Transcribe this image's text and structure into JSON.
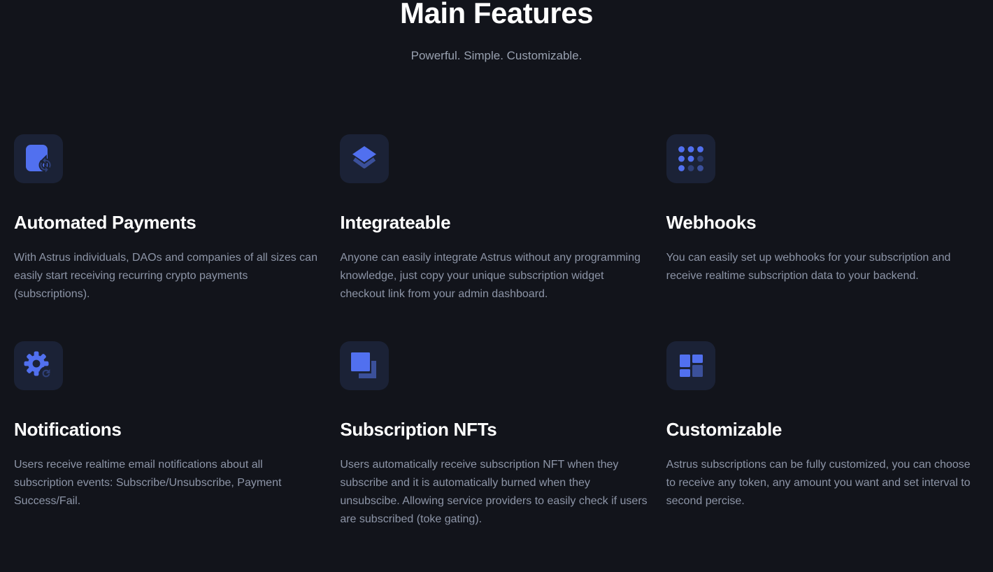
{
  "section": {
    "title": "Main Features",
    "subtitle": "Powerful. Simple. Customizable."
  },
  "colors": {
    "background": "#12141b",
    "tile_background": "#1b2236",
    "accent_blue": "#5170ef",
    "accent_blue_dark": "#2f4078",
    "accent_blue_mid": "#3b509a",
    "heading_text": "#ffffff",
    "body_text": "#8d95a7",
    "subtitle_text": "#99a1b0"
  },
  "features": [
    {
      "icon": "card-sync-icon",
      "title": "Automated Payments",
      "description": "With Astrus individuals, DAOs and companies of all sizes can easily start receiving recurring crypto payments (subscriptions)."
    },
    {
      "icon": "layers-icon",
      "title": "Integrateable",
      "description": "Anyone can easily integrate Astrus without any programming knowledge, just copy your unique subscription widget checkout link from your admin dashboard."
    },
    {
      "icon": "grid-dots-icon",
      "title": "Webhooks",
      "description": "You can easily set up webhooks for your subscription and receive realtime subscription data to your backend."
    },
    {
      "icon": "gear-sync-icon",
      "title": "Notifications",
      "description": "Users receive realtime email notifications about all subscription events: Subscribe/Unsubscribe, Payment Success/Fail."
    },
    {
      "icon": "stacked-squares-icon",
      "title": "Subscription NFTs",
      "description": "Users automatically receive subscription NFT when they subscribe and it is automatically burned when they unsubscibe. Allowing service providers to easily check if users are subscribed (toke gating)."
    },
    {
      "icon": "layout-grid-icon",
      "title": "Customizable",
      "description": "Astrus subscriptions can be fully customized, you can choose to receive any token, any amount you want and set interval to second percise."
    }
  ]
}
